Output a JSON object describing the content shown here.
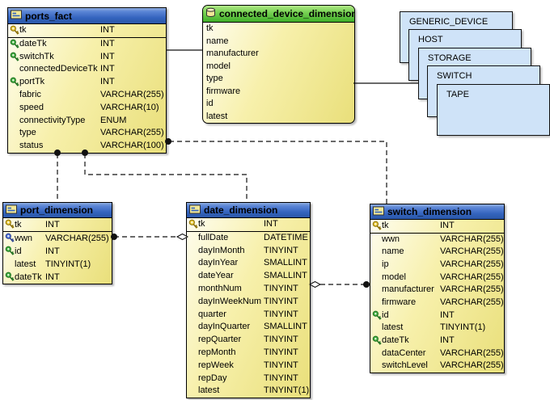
{
  "tables": [
    {
      "id": "ports_fact",
      "title": "ports_fact",
      "header": "blue",
      "icon": "table-icon",
      "columns": [
        {
          "field": "tk",
          "type": "INT",
          "key": "gold",
          "sep": true
        },
        {
          "field": "dateTk",
          "type": "INT",
          "key": "green"
        },
        {
          "field": "switchTk",
          "type": "INT",
          "key": "green"
        },
        {
          "field": "connectedDeviceTk",
          "type": "INT"
        },
        {
          "field": "portTk",
          "type": "INT",
          "key": "green"
        },
        {
          "field": "fabric",
          "type": "VARCHAR(255)"
        },
        {
          "field": "speed",
          "type": "VARCHAR(10)"
        },
        {
          "field": "connectivityType",
          "type": "ENUM"
        },
        {
          "field": "type",
          "type": "VARCHAR(255)"
        },
        {
          "field": "status",
          "type": "VARCHAR(100)"
        }
      ]
    },
    {
      "id": "connected_device_dimension",
      "title": "connected_device_dimension",
      "header": "green",
      "icon": "database-icon",
      "columns": [
        {
          "field": "tk"
        },
        {
          "field": "name"
        },
        {
          "field": "manufacturer"
        },
        {
          "field": "model"
        },
        {
          "field": "type"
        },
        {
          "field": "firmware"
        },
        {
          "field": "id"
        },
        {
          "field": "latest"
        }
      ]
    },
    {
      "id": "port_dimension",
      "title": "port_dimension",
      "header": "blue",
      "icon": "table-icon",
      "columns": [
        {
          "field": "tk",
          "type": "INT",
          "key": "gold",
          "sep": true
        },
        {
          "field": "wwn",
          "type": "VARCHAR(255)",
          "key": "blue"
        },
        {
          "field": "id",
          "type": "INT",
          "key": "green"
        },
        {
          "field": "latest",
          "type": "TINYINT(1)"
        },
        {
          "field": "dateTk",
          "type": "INT",
          "key": "green"
        }
      ]
    },
    {
      "id": "date_dimension",
      "title": "date_dimension",
      "header": "blue",
      "icon": "table-icon",
      "columns": [
        {
          "field": "tk",
          "type": "INT",
          "key": "gold",
          "sep": true
        },
        {
          "field": "fullDate",
          "type": "DATETIME"
        },
        {
          "field": "dayInMonth",
          "type": "TINYINT"
        },
        {
          "field": "dayInYear",
          "type": "SMALLINT"
        },
        {
          "field": "dateYear",
          "type": "SMALLINT"
        },
        {
          "field": "monthNum",
          "type": "TINYINT"
        },
        {
          "field": "dayInWeekNum",
          "type": "TINYINT"
        },
        {
          "field": "quarter",
          "type": "TINYINT"
        },
        {
          "field": "dayInQuarter",
          "type": "SMALLINT"
        },
        {
          "field": "repQuarter",
          "type": "TINYINT"
        },
        {
          "field": "repMonth",
          "type": "TINYINT"
        },
        {
          "field": "repWeek",
          "type": "TINYINT"
        },
        {
          "field": "repDay",
          "type": "TINYINT"
        },
        {
          "field": "latest",
          "type": "TINYINT(1)"
        }
      ]
    },
    {
      "id": "switch_dimension",
      "title": "switch_dimension",
      "header": "blue",
      "icon": "table-icon",
      "columns": [
        {
          "field": "tk",
          "type": "INT",
          "key": "gold",
          "sep": true
        },
        {
          "field": "wwn",
          "type": "VARCHAR(255)"
        },
        {
          "field": "name",
          "type": "VARCHAR(255)"
        },
        {
          "field": "ip",
          "type": "VARCHAR(255)"
        },
        {
          "field": "model",
          "type": "VARCHAR(255)"
        },
        {
          "field": "manufacturer",
          "type": "VARCHAR(255)"
        },
        {
          "field": "firmware",
          "type": "VARCHAR(255)"
        },
        {
          "field": "id",
          "type": "INT",
          "key": "green"
        },
        {
          "field": "latest",
          "type": "TINYINT(1)"
        },
        {
          "field": "dateTk",
          "type": "INT",
          "key": "green"
        },
        {
          "field": "dataCenter",
          "type": "VARCHAR(255)"
        },
        {
          "field": "switchLevel",
          "type": "VARCHAR(255)"
        }
      ]
    }
  ],
  "device_types": [
    {
      "label": "GENERIC_DEVICE"
    },
    {
      "label": "HOST"
    },
    {
      "label": "STORAGE"
    },
    {
      "label": "SWITCH"
    },
    {
      "label": "TAPE"
    }
  ],
  "colors": {
    "header_blue": "#3363bd",
    "header_green": "#3fae28",
    "table_body_yellow": "#f2ea9a",
    "device_box_blue": "#cfe3f8",
    "primary_key_gold": "#e8c93c",
    "foreign_key_green": "#45b045",
    "unique_key_blue": "#5577dd",
    "connector": "#111111"
  }
}
